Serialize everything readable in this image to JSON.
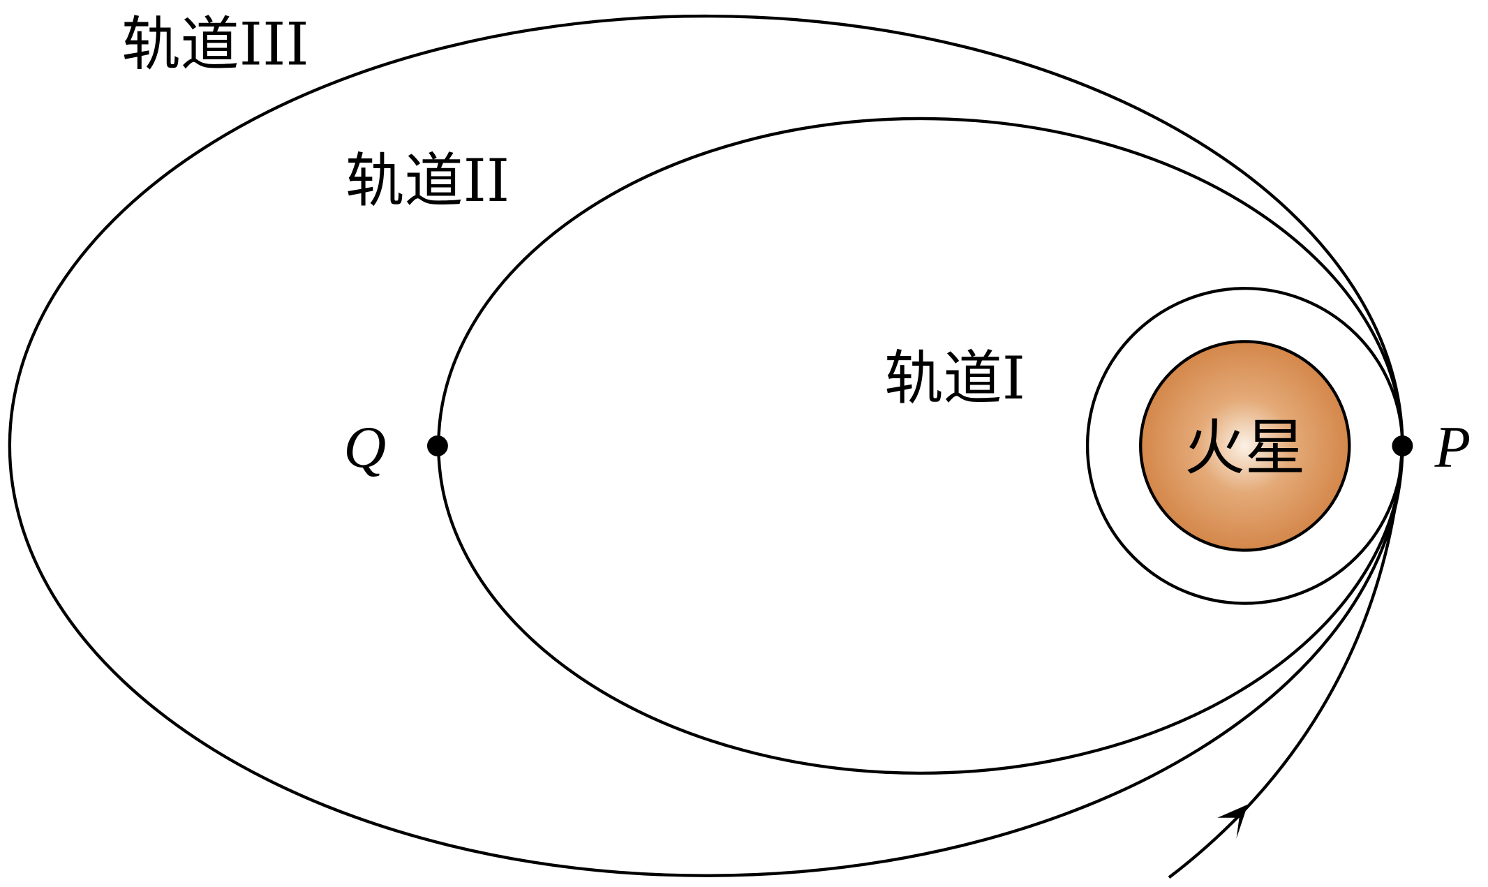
{
  "labels": {
    "orbit3": "轨道III",
    "orbit2": "轨道II",
    "orbit1": "轨道I",
    "planet": "火星",
    "point_q": "Q",
    "point_p": "P"
  },
  "colors": {
    "planet_center": "#fbeee0",
    "planet_edge": "#d4874a",
    "stroke": "#000000"
  }
}
